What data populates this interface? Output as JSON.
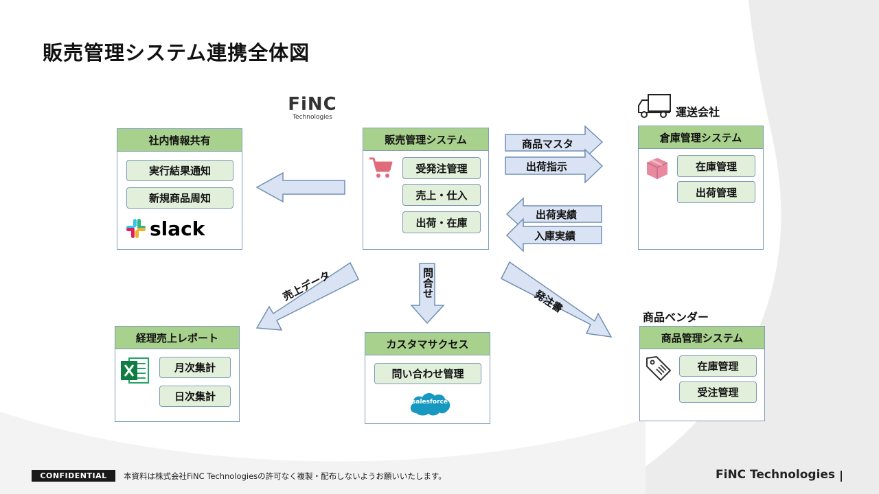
{
  "title": "販売管理システム連携全体図",
  "finc_logo": {
    "name": "FiNC",
    "sub": "Technologies"
  },
  "center": {
    "title": "販売管理システム",
    "items": [
      "受発注管理",
      "売上・仕入",
      "出荷・在庫"
    ]
  },
  "left_top": {
    "title": "社内情報共有",
    "items": [
      "実行結果通知",
      "新規商品周知"
    ],
    "logo": "slack"
  },
  "right_top": {
    "carrier_label": "運送会社",
    "title": "倉庫管理システム",
    "items": [
      "在庫管理",
      "出荷管理"
    ]
  },
  "left_bottom": {
    "title": "経理売上レポート",
    "items": [
      "月次集計",
      "日次集計"
    ]
  },
  "center_bottom": {
    "title": "カスタマサクセス",
    "items": [
      "問い合わせ管理"
    ],
    "logo": "salesforce"
  },
  "right_bottom": {
    "vendor_label": "商品ベンダー",
    "title": "商品管理システム",
    "items": [
      "在庫管理",
      "受注管理"
    ]
  },
  "arrows": {
    "product_master": "商品マスタ",
    "shipping_instruction": "出荷指示",
    "shipping_result": "出荷実績",
    "receiving_result": "入庫実績",
    "sales_data": "売上データ",
    "inquiry": "問合せ",
    "purchase_order": "発注書"
  },
  "footer": {
    "badge": "CONFIDENTIAL",
    "note": "本資料は株式会社FiNC Technologiesの許可なく複製・配布しないようお願いいたします。",
    "logo": "FiNC Technologies"
  },
  "colors": {
    "header_green": "#a9d18e",
    "pill_green": "#e2efda",
    "arrow_fill": "#dae3f3",
    "border": "#7c9bb8"
  }
}
